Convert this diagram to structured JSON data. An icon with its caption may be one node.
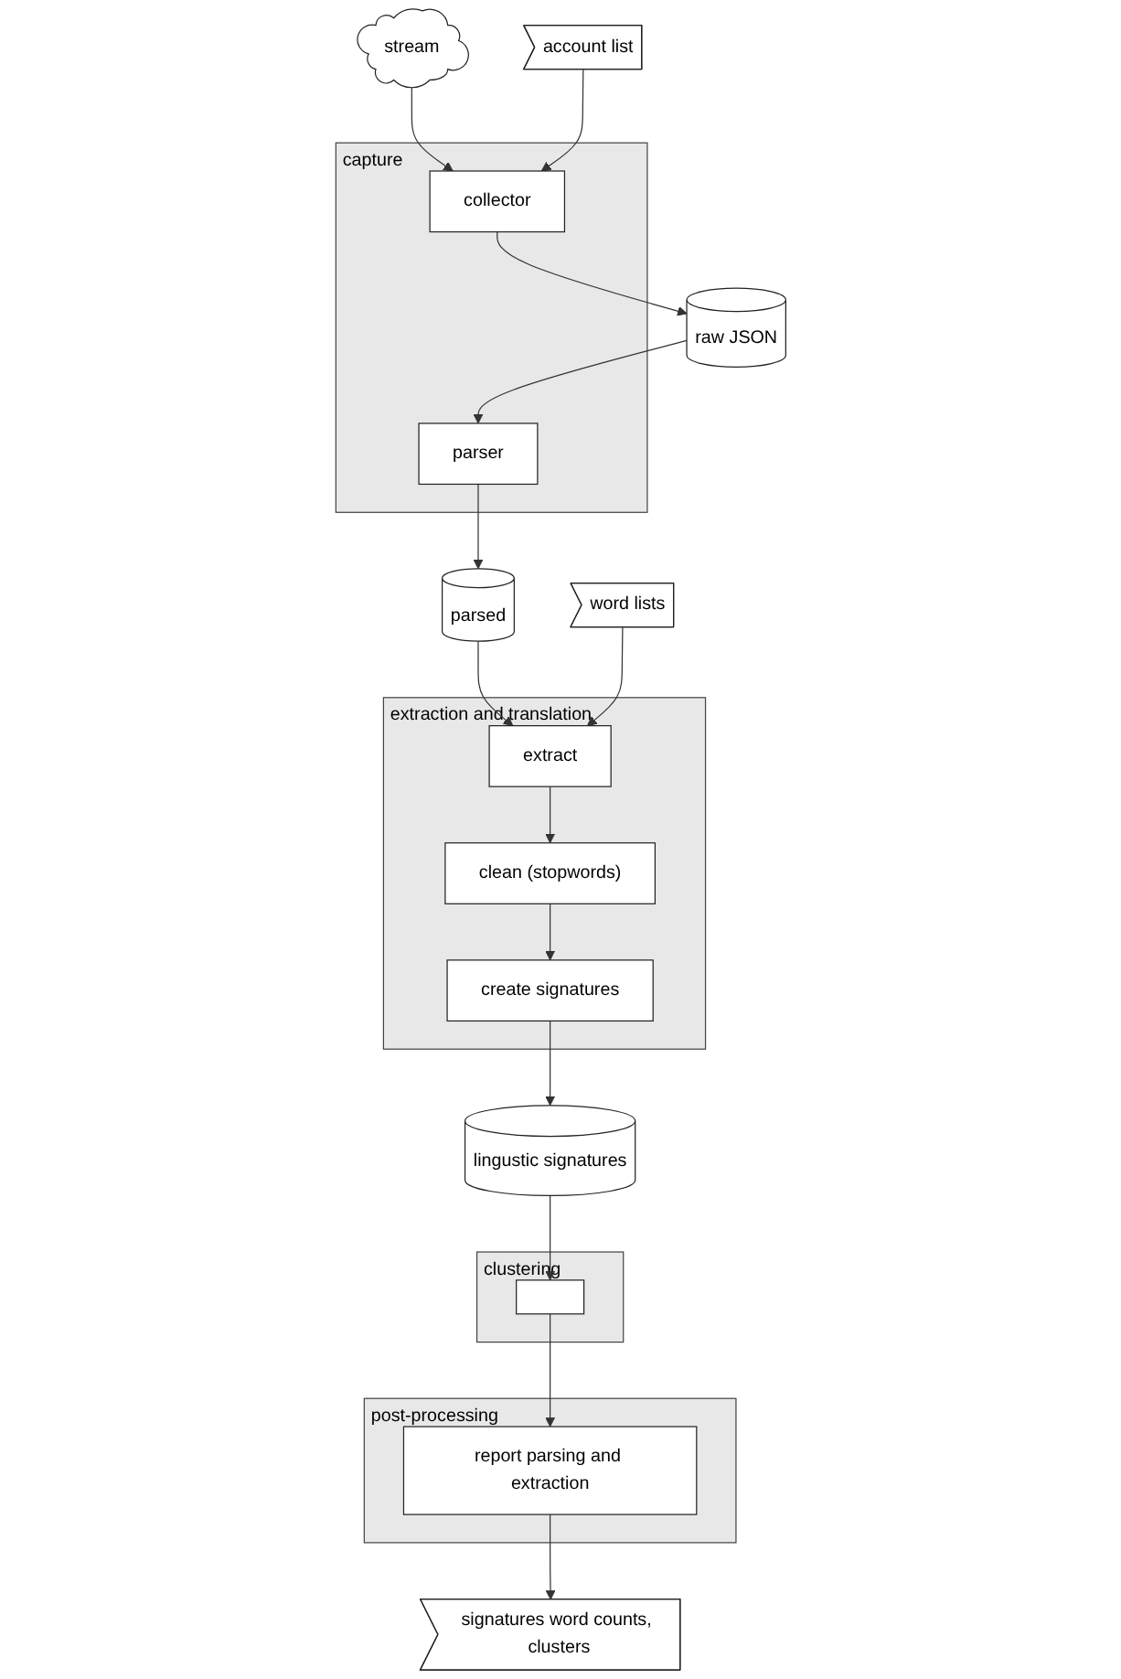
{
  "diagram": {
    "nodes": [
      {
        "text": [
          "stream"
        ]
      },
      {
        "text": [
          "capture"
        ]
      },
      {
        "text": [
          "account list"
        ]
      },
      {
        "text": [
          "collector"
        ],
        "in": 1
      },
      {
        "text": [
          "raw JSON"
        ]
      },
      {
        "text": [
          "parser"
        ],
        "in": 1
      },
      {
        "text": [
          "parsed"
        ]
      },
      {
        "text": [
          "extraction and translation"
        ]
      },
      {
        "text": [
          "word lists"
        ]
      },
      {
        "text": [
          "extract"
        ],
        "in": 7
      },
      {
        "text": [
          "clean (stopwords)"
        ],
        "in": 7
      },
      {
        "text": [
          "create signatures"
        ],
        "in": 7
      },
      {
        "text": [
          "lingustic signatures"
        ]
      },
      {
        "text": [
          "clustering"
        ]
      },
      {
        "text": [],
        "shape": "box",
        "in": 13
      },
      {
        "text": [
          "post-processing"
        ]
      },
      {
        "text": [
          "report parsing and extraction"
        ],
        "in": 15
      },
      {
        "text": [
          "signatures word counts, clusters"
        ]
      }
    ],
    "edges": [
      {
        "from": 0,
        "to": 3,
        "arrow": "to"
      },
      {
        "from": 2,
        "to": 3,
        "arrow": "to"
      },
      {
        "from": 3,
        "to": 4,
        "arrow": "to"
      },
      {
        "from": 4,
        "to": 5,
        "arrow": "to"
      },
      {
        "from": 5,
        "to": 6,
        "arrow": "to"
      },
      {
        "from": 6,
        "to": 9,
        "arrow": "to"
      },
      {
        "from": 8,
        "to": 9,
        "arrow": "to"
      },
      {
        "from": 9,
        "to": 10,
        "arrow": "to"
      },
      {
        "from": 10,
        "to": 11,
        "arrow": "to"
      },
      {
        "from": 11,
        "to": 12,
        "arrow": "to"
      },
      {
        "from": 12,
        "to": 14,
        "arrow": "to"
      },
      {
        "from": 14,
        "to": 16,
        "arrow": "to"
      },
      {
        "from": 16,
        "to": 17,
        "arrow": "to"
      }
    ]
  }
}
